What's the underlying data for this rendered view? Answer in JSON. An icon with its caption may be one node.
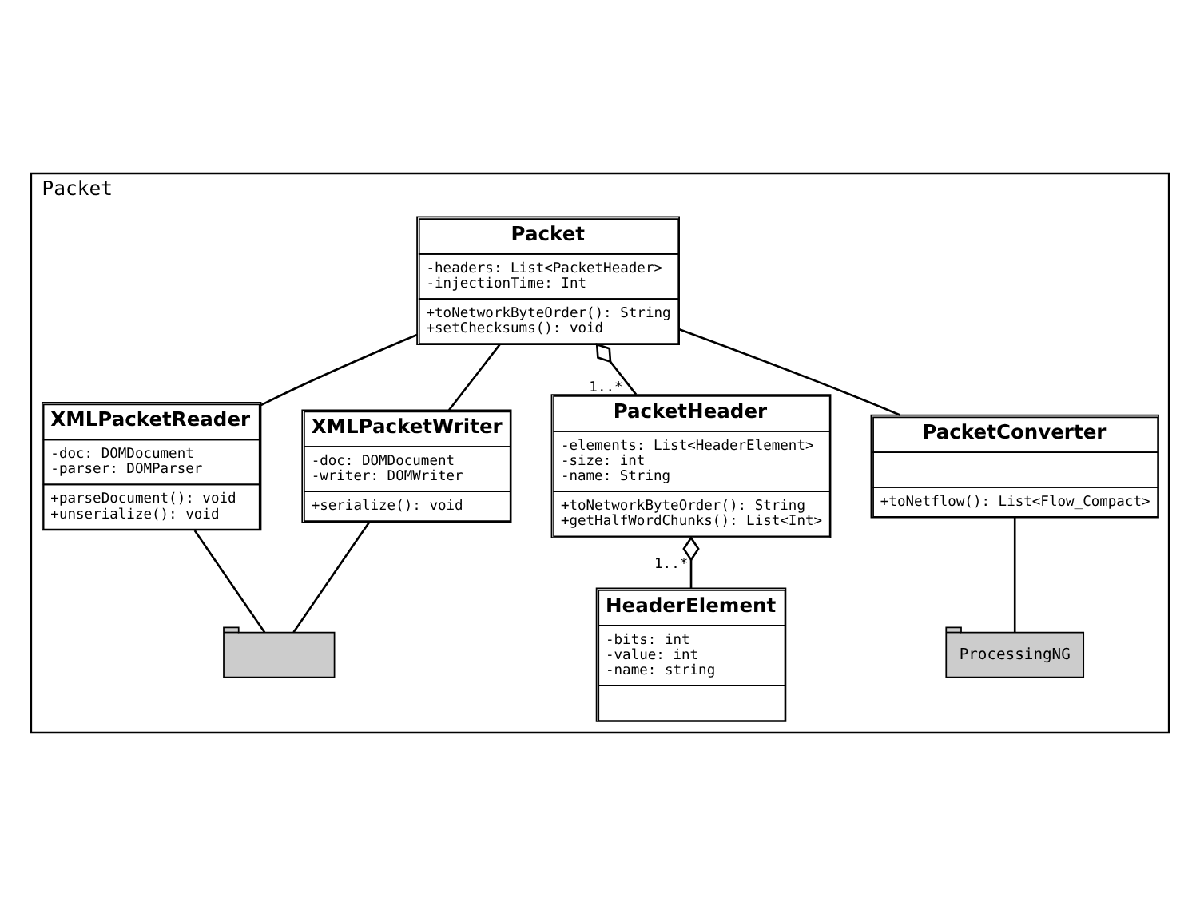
{
  "diagram": {
    "nodes": [
      {
        "text": [
          "Packet"
        ]
      },
      {
        "text": [
          "Packet",
          "-headers: List<PacketHeader>",
          "-injectionTime: Int",
          "+toNetworkByteOrder(): String",
          "+setChecksums(): void"
        ],
        "in": 0
      },
      {
        "text": [
          "XMLPacketReader",
          "-doc: DOMDocument",
          "-parser: DOMParser",
          "+parseDocument(): void",
          "+unserialize(): void"
        ],
        "in": 0
      },
      {
        "text": [
          "XMLPacketWriter",
          "-doc: DOMDocument",
          "-writer: DOMWriter",
          "+serialize(): void"
        ],
        "in": 0
      },
      {
        "text": [
          "PacketHeader",
          "-elements: List<HeaderElement>",
          "-size: int",
          "-name: String",
          "+toNetworkByteOrder(): String",
          "+getHalfWordChunks(): List<Int>"
        ],
        "in": 0
      },
      {
        "text": [
          "PacketConverter",
          "+toNetflow(): List<Flow_Compact>"
        ],
        "in": 0
      },
      {
        "text": [
          "HeaderElement",
          "-bits: int",
          "-value: int",
          "-name: string"
        ],
        "in": 0
      },
      {
        "text": [],
        "shape": "folder",
        "in": 0
      },
      {
        "text": [
          "ProcessingNG"
        ],
        "in": 0
      }
    ],
    "edges": [
      {
        "from": 1,
        "to": 4,
        "arrow": "other",
        "label": "1..*"
      },
      {
        "from": 1,
        "to": 2,
        "arrow": "none"
      },
      {
        "from": 1,
        "to": 3,
        "arrow": "none"
      },
      {
        "from": 1,
        "to": 5,
        "arrow": "none"
      },
      {
        "from": 2,
        "to": 7,
        "arrow": "none"
      },
      {
        "from": 3,
        "to": 7,
        "arrow": "none"
      },
      {
        "from": 4,
        "to": 6,
        "arrow": "other",
        "label": "1..*"
      },
      {
        "from": 5,
        "to": 8,
        "arrow": "none"
      }
    ]
  }
}
